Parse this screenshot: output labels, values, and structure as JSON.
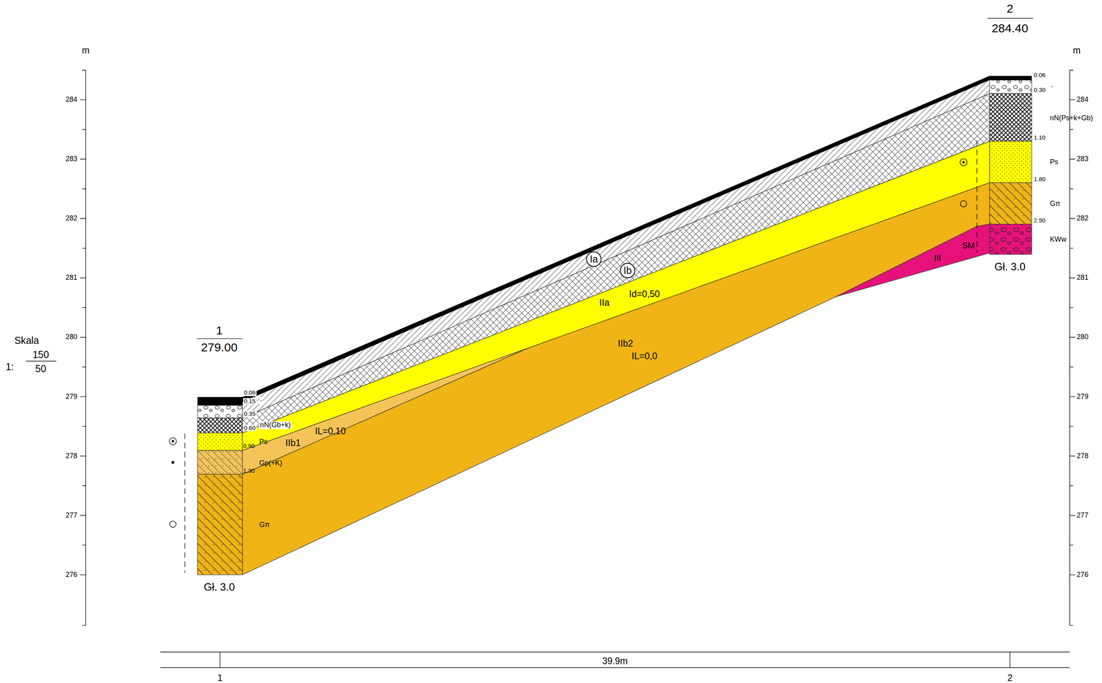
{
  "diagram": {
    "nodes": [
      {
        "text": [
          "Ia"
        ]
      },
      {
        "text": [
          "Ib"
        ]
      }
    ],
    "labels": [
      "2",
      "284.40",
      "1",
      "279.00",
      "m",
      "m",
      "Skala",
      "1:",
      "150",
      "50",
      "284",
      "283",
      "282",
      "281",
      "280",
      "279",
      "278",
      "277",
      "276",
      "284",
      "283",
      "282",
      "281",
      "280",
      "279",
      "278",
      "277",
      "276",
      "0.06",
      "0.15",
      "-",
      "0.35",
      "0.60",
      "nN(Gb+k)",
      "Ps",
      "0.90",
      "Gp(+K)",
      "1.30",
      "Gπ",
      "Gł. 3.0",
      "0.06",
      "0.30",
      "-",
      "nN(Ps+k+Gb)",
      "1.10",
      "Ps",
      "1.80",
      "Gπ",
      "2.50",
      "KWw",
      "SM",
      "III",
      "Gł. 3.0",
      "IIa",
      "Id=0,50",
      "IIb1",
      "IL=0,10",
      "IIb2",
      "IL=0,0",
      "39.9m",
      "1",
      "2"
    ]
  }
}
